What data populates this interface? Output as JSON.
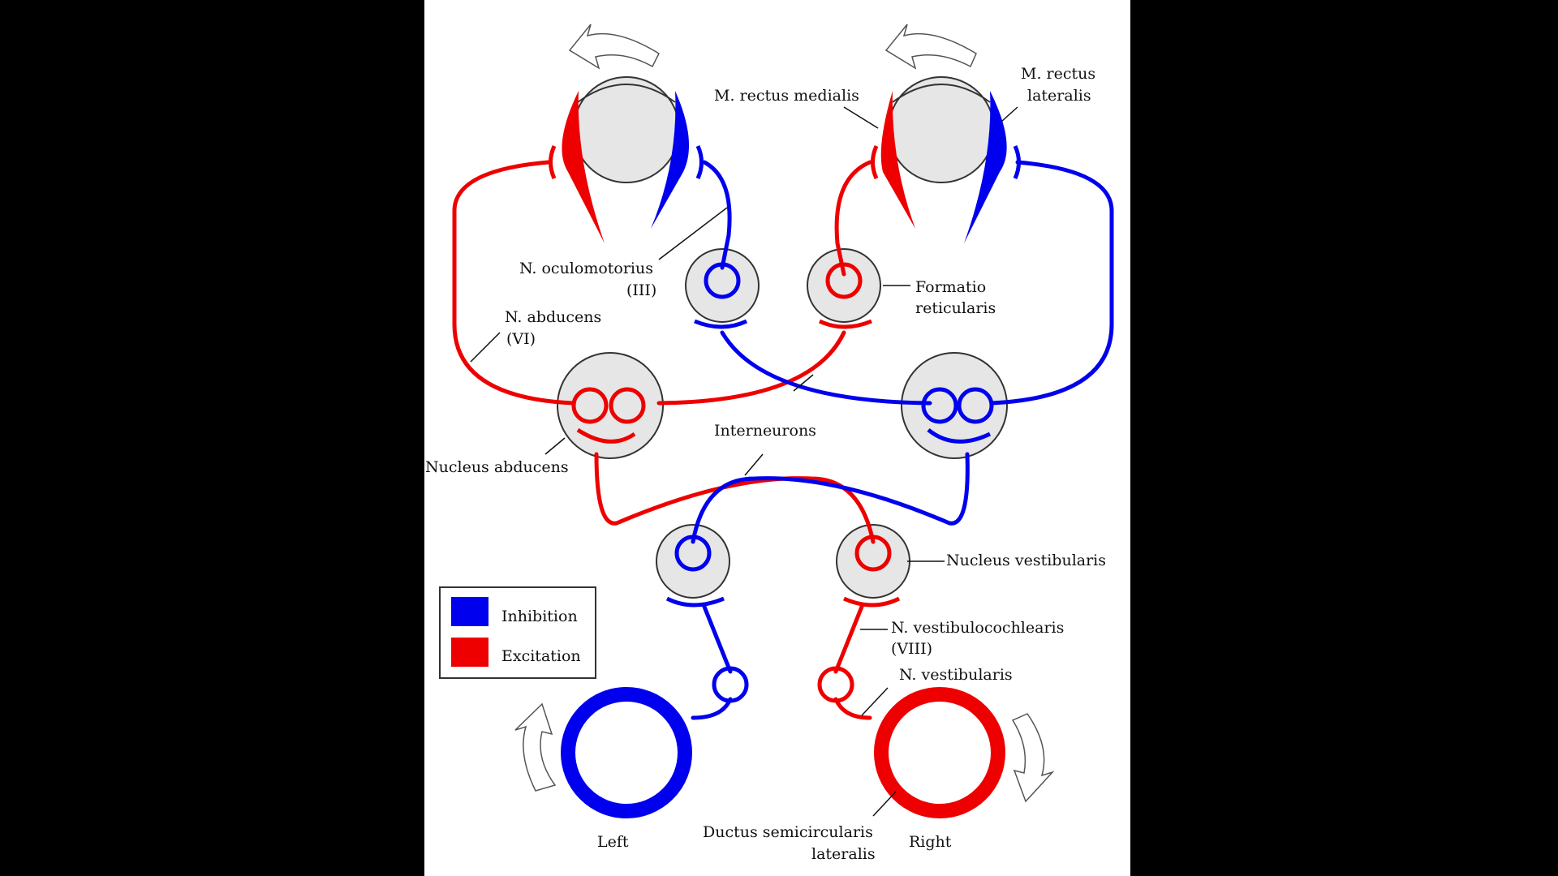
{
  "colors": {
    "inhibition": "#0000ee",
    "excitation": "#ee0000",
    "nucleus_fill": "#e6e6e6",
    "background": "#ffffff",
    "outline": "#333333"
  },
  "icons": {
    "rotation_arrow": "curved-arrow-icon"
  },
  "labels": {
    "m_rectus_medialis": "M. rectus medialis",
    "m_rectus_lateralis_1": "M. rectus",
    "m_rectus_lateralis_2": "lateralis",
    "n_oculomotorius_1": "N. oculomotorius",
    "n_oculomotorius_2": "(III)",
    "formatio_1": "Formatio",
    "formatio_2": "reticularis",
    "n_abducens_1": "N. abducens",
    "n_abducens_2": "(VI)",
    "interneurons": "Interneurons",
    "nucleus_abducens": "Nucleus abducens",
    "nucleus_vestibularis": "Nucleus vestibularis",
    "n_vestibulocochlearis_1": "N. vestibulocochlearis",
    "n_vestibulocochlearis_2": "(VIII)",
    "n_vestibularis": "N. vestibularis",
    "ductus_1": "Ductus semicircularis",
    "ductus_2": "lateralis",
    "left": "Left",
    "right": "Right"
  },
  "legend": {
    "inhibition": "Inhibition",
    "excitation": "Excitation"
  }
}
